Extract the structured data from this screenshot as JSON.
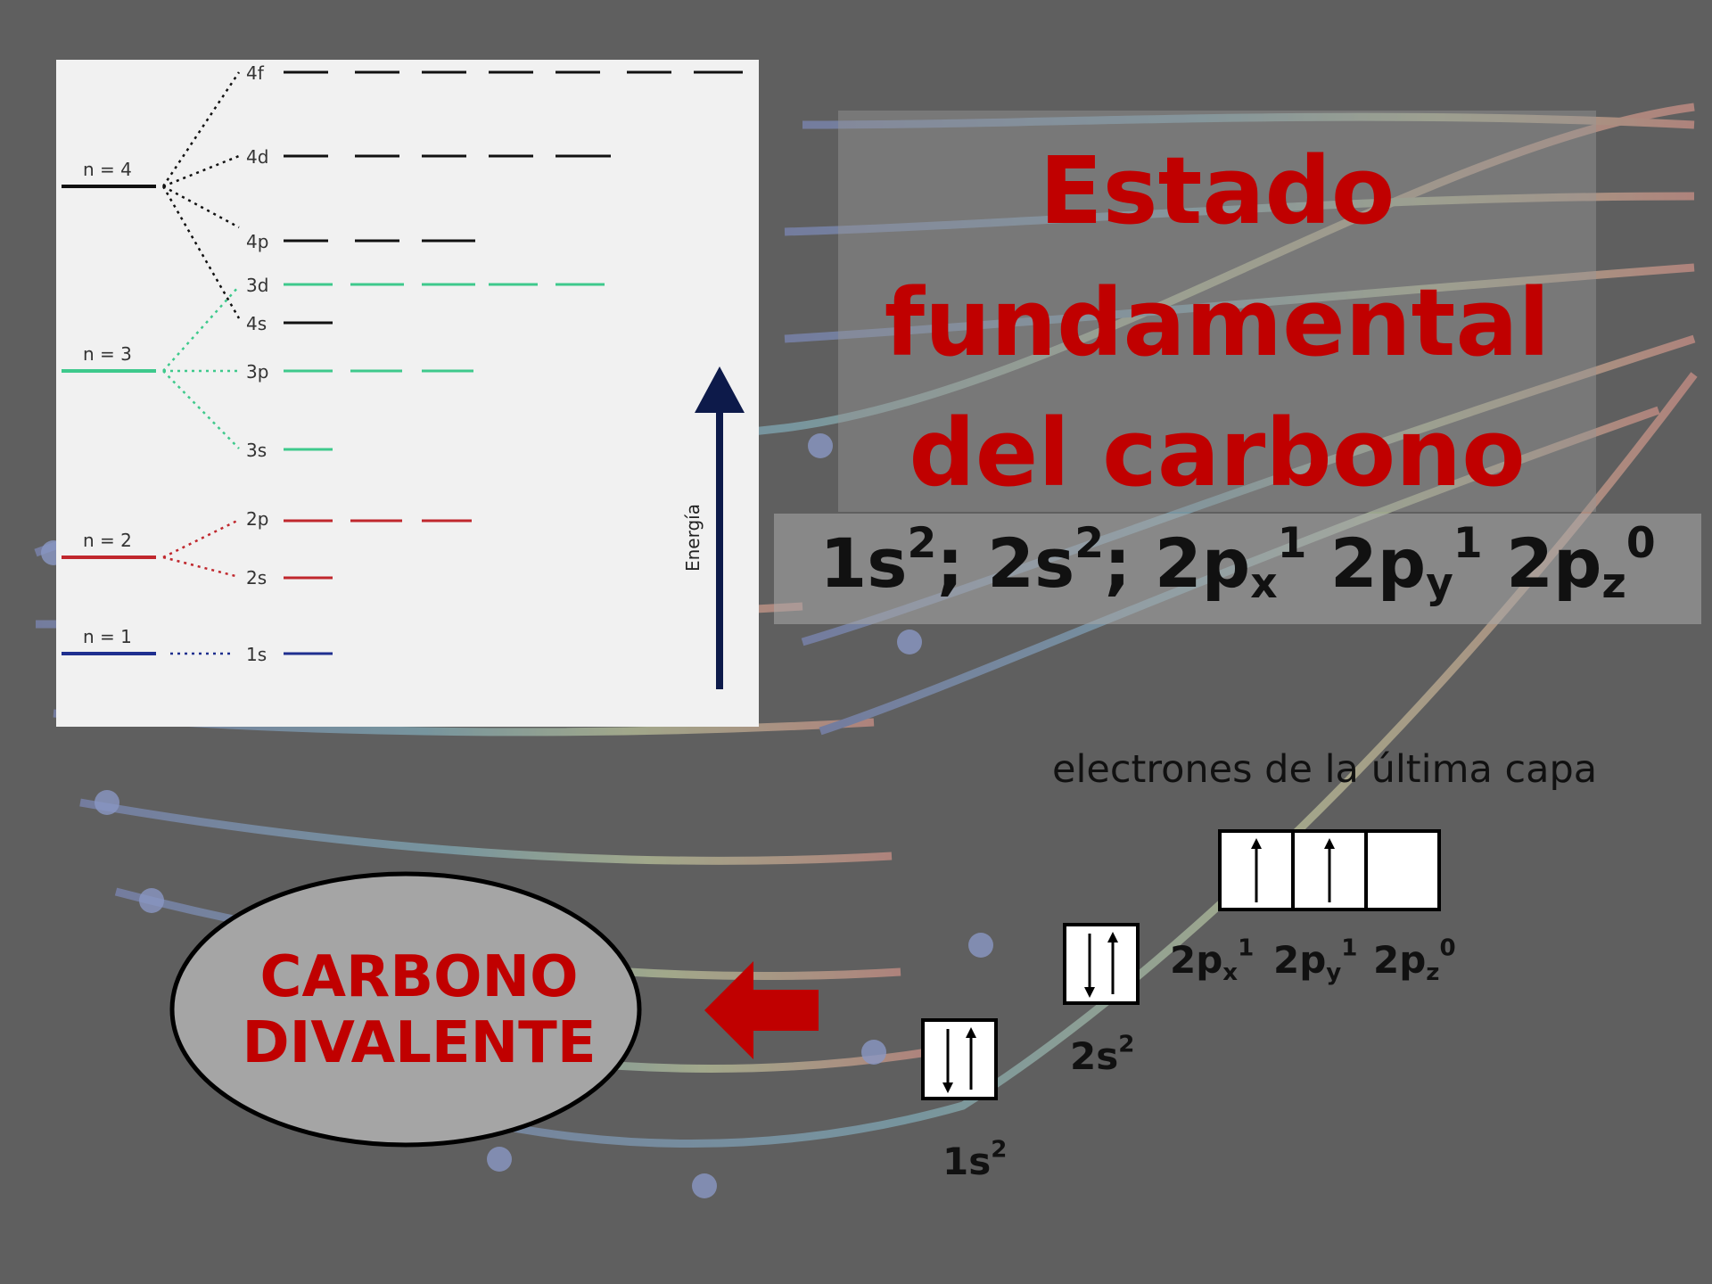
{
  "colors": {
    "background": "#5f5f5f",
    "title": "#c00000",
    "n1": "#1f2f8f",
    "n2": "#c0272d",
    "n3": "#3ec98c",
    "n4": "#111111",
    "arrow": "#c00000"
  },
  "energy_diagram": {
    "axis_label": "Energía",
    "shells": [
      {
        "label": "n = 4",
        "color": "#111111"
      },
      {
        "label": "n = 3",
        "color": "#3ec98c"
      },
      {
        "label": "n = 2",
        "color": "#c0272d"
      },
      {
        "label": "n = 1",
        "color": "#1f2f8f"
      }
    ],
    "sublevels": [
      {
        "label": "4f",
        "orbitals": 7,
        "color": "#111111"
      },
      {
        "label": "4d",
        "orbitals": 5,
        "color": "#111111"
      },
      {
        "label": "4p",
        "orbitals": 3,
        "color": "#111111"
      },
      {
        "label": "3d",
        "orbitals": 5,
        "color": "#3ec98c"
      },
      {
        "label": "4s",
        "orbitals": 1,
        "color": "#111111"
      },
      {
        "label": "3p",
        "orbitals": 3,
        "color": "#3ec98c"
      },
      {
        "label": "3s",
        "orbitals": 1,
        "color": "#3ec98c"
      },
      {
        "label": "2p",
        "orbitals": 3,
        "color": "#c0272d"
      },
      {
        "label": "2s",
        "orbitals": 1,
        "color": "#c0272d"
      },
      {
        "label": "1s",
        "orbitals": 1,
        "color": "#1f2f8f"
      }
    ]
  },
  "title": {
    "line1": "Estado",
    "line2": "fundamental",
    "line3": "del carbono"
  },
  "configuration": {
    "t1": "1s",
    "t1_sup": "2",
    "sep1": "; ",
    "t2": "2s",
    "t2_sup": "2",
    "sep2": "; ",
    "t3": "2p",
    "t3_sub": "x",
    "t3_sup": "1",
    "t4": "2p",
    "t4_sub": "y",
    "t4_sup": "1",
    "t5": "2p",
    "t5_sub": "z",
    "t5_sup": "0"
  },
  "last_shell_caption": "electrones de la última capa",
  "orbital_boxes": {
    "p_labels": [
      {
        "base": "2p",
        "sub": "x",
        "sup": "1"
      },
      {
        "base": "2p",
        "sub": "y",
        "sup": "1"
      },
      {
        "base": "2p",
        "sub": "z",
        "sup": "0"
      }
    ],
    "s2_label": {
      "base": "2s",
      "sup": "2"
    },
    "s1_label": {
      "base": "1s",
      "sup": "2"
    }
  },
  "badge": {
    "line1": "CARBONO",
    "line2": "DIVALENTE"
  }
}
